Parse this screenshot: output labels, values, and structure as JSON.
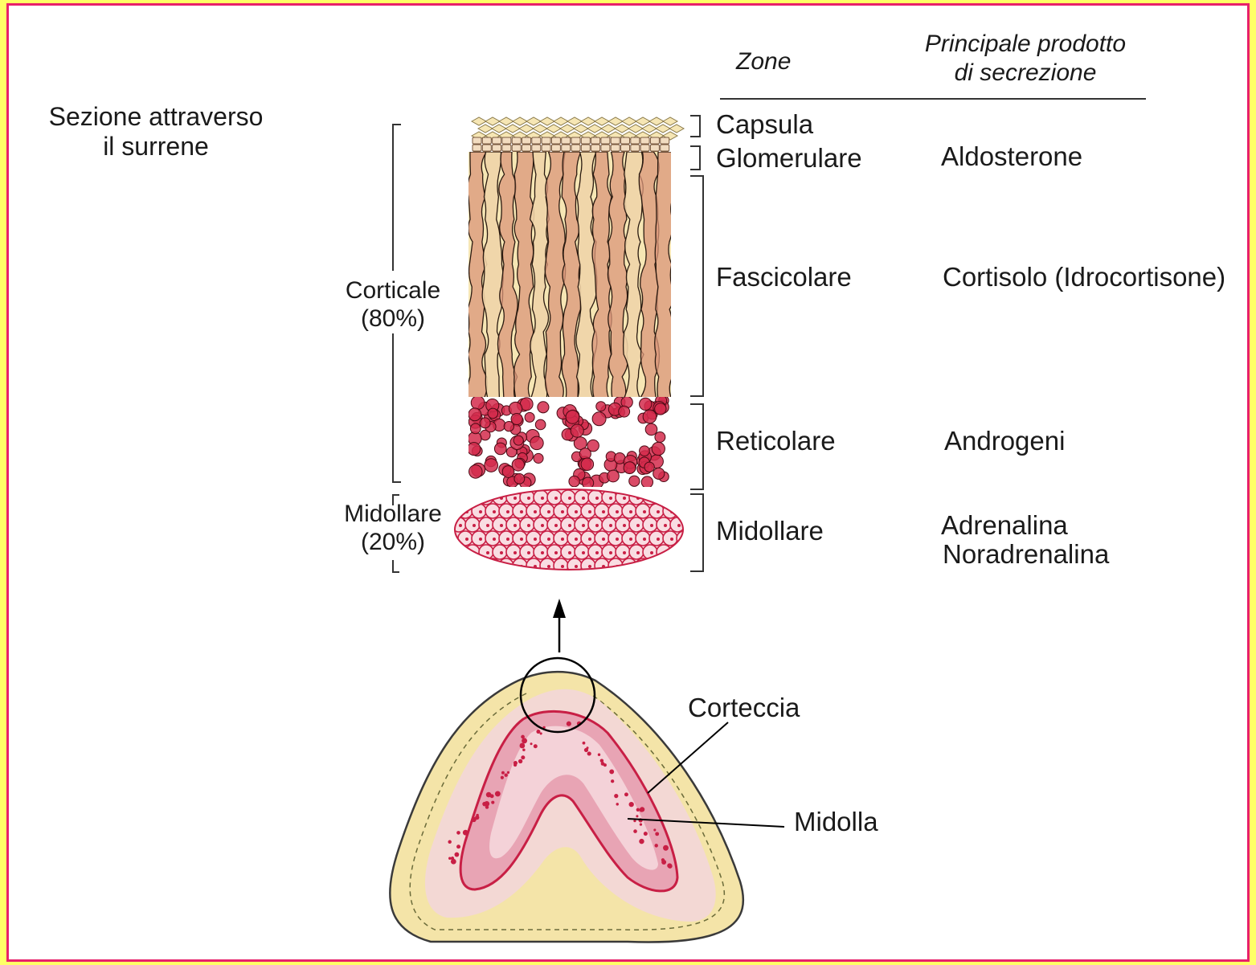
{
  "colors": {
    "frame_border": "#e8206a",
    "background_outer": "#ffff66",
    "cortex_fill": "#f6e6b4",
    "fascicular_dark": "#d9967a",
    "medulla_red": "#d42c4c",
    "medulla_pink": "#f0c7cf",
    "capsule_outline": "#c9b36a"
  },
  "title": {
    "line1": "Sezione attraverso",
    "line2": "il surrene"
  },
  "table_header": {
    "zones": "Zone",
    "product_line1": "Principale prodotto",
    "product_line2": "di secrezione"
  },
  "zones": [
    {
      "name": "Capsula",
      "product": ""
    },
    {
      "name": "Glomerulare",
      "product": "Aldosterone"
    },
    {
      "name": "Fascicolare",
      "product": "Cortisolo (Idrocortisone)"
    },
    {
      "name": "Reticolare",
      "product": "Androgeni"
    },
    {
      "name": "Midollare",
      "product_line1": "Adrenalina",
      "product_line2": "Noradrenalina"
    }
  ],
  "side_brackets": {
    "cortical_name": "Corticale",
    "cortical_pct": "(80%)",
    "medullary_name": "Midollare",
    "medullary_pct": "(20%)"
  },
  "gland_labels": {
    "cortex": "Corteccia",
    "medulla": "Midolla"
  }
}
